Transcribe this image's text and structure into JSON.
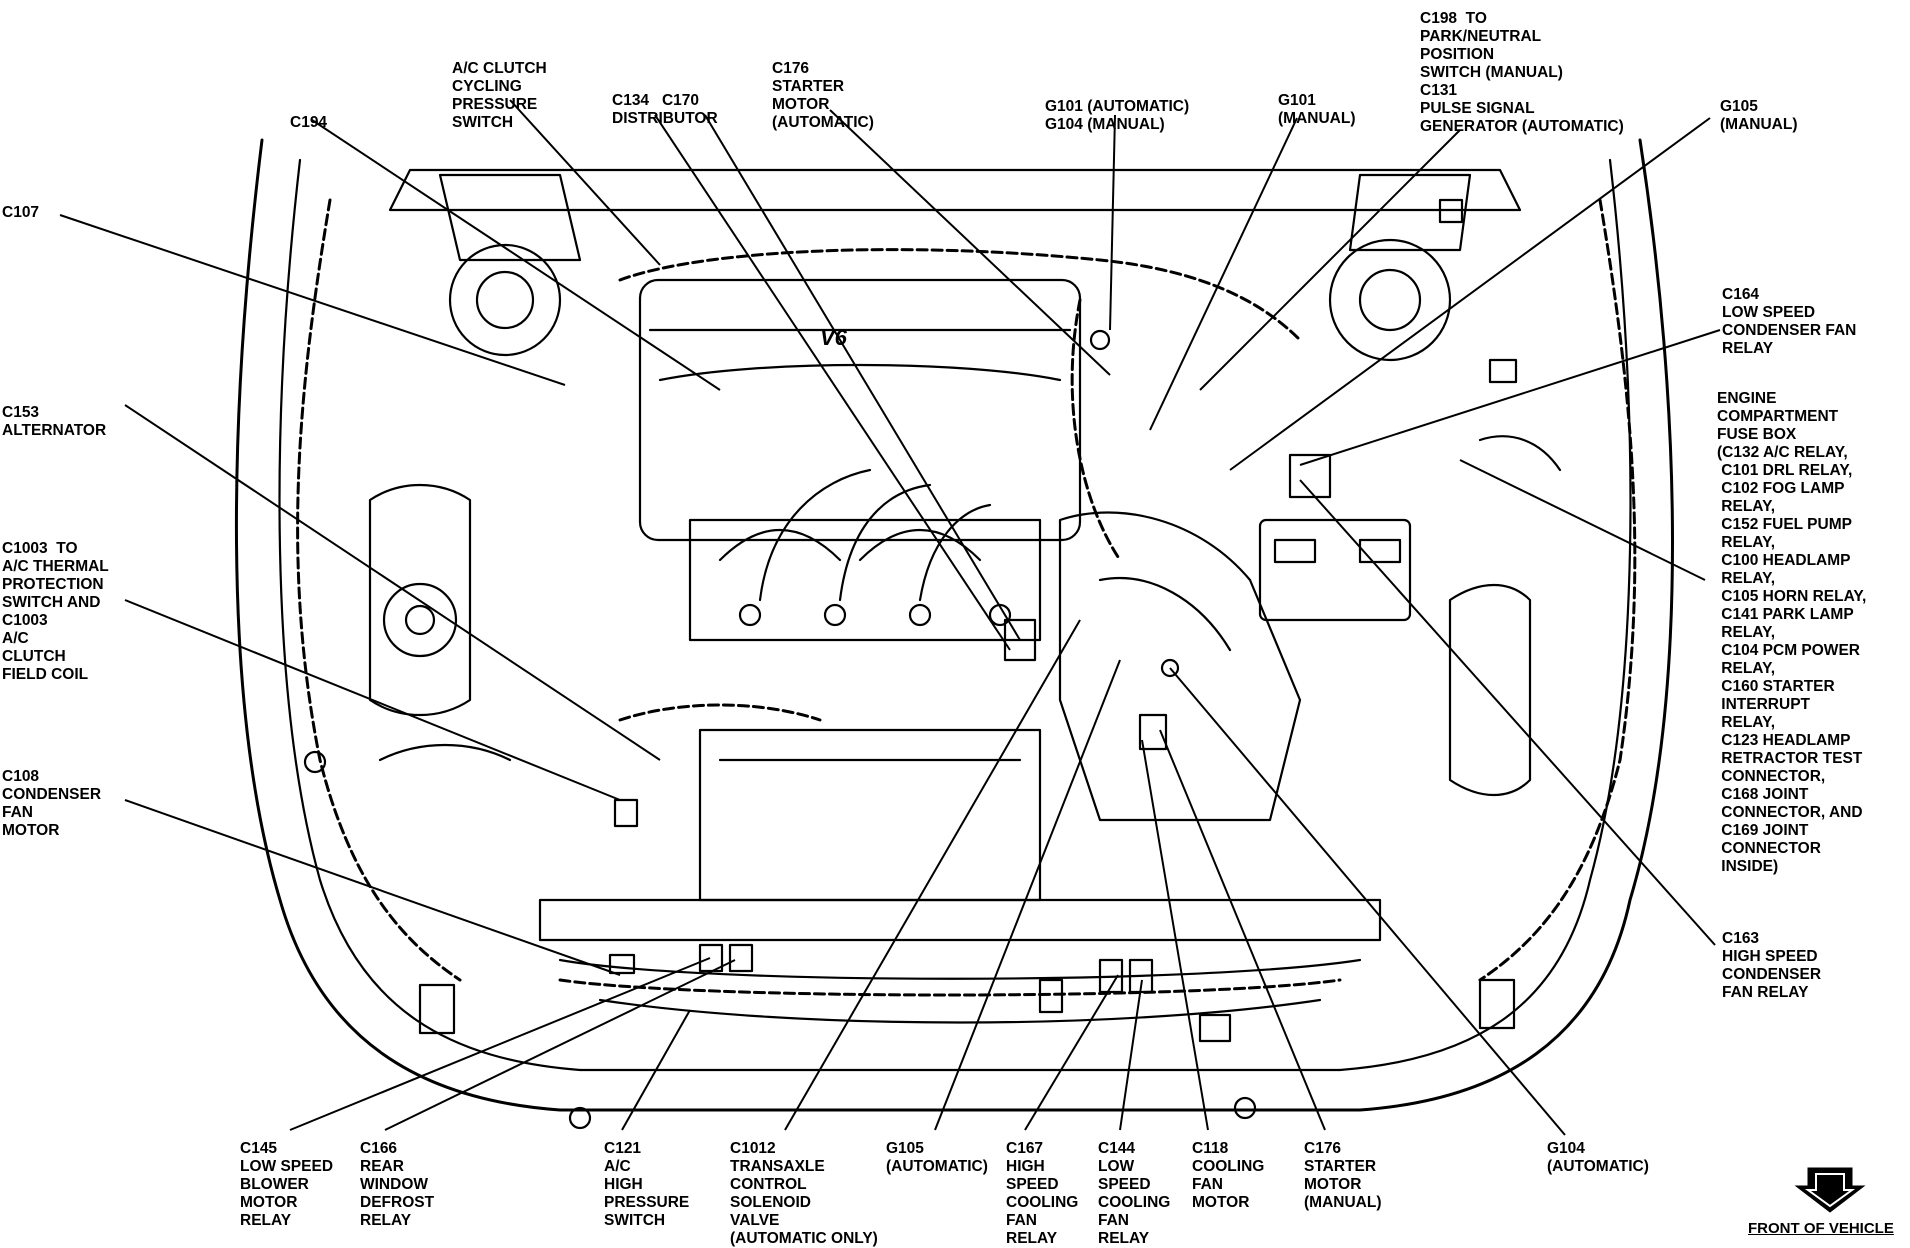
{
  "labels": {
    "c198": "C198  TO\nPARK/NEUTRAL\nPOSITION\nSWITCH (MANUAL)\nC131\nPULSE SIGNAL\nGENERATOR (AUTOMATIC)",
    "ac_clutch_cycling": "A/C CLUTCH\nCYCLING\nPRESSURE\nSWITCH",
    "c176_top": "C176\nSTARTER\nMOTOR\n(AUTOMATIC)",
    "c134_c170": "C134   C170\nDISTRIBUTOR",
    "g101_g104": "G101 (AUTOMATIC)\nG104 (MANUAL)",
    "g101_manual": "G101\n(MANUAL)",
    "g105_manual": "G105\n(MANUAL)",
    "c194": "C194",
    "c107": "C107",
    "c164": "C164\nLOW SPEED\nCONDENSER FAN\nRELAY",
    "fuse_box": "ENGINE\nCOMPARTMENT\nFUSE BOX\n(C132 A/C RELAY,\n C101 DRL RELAY,\n C102 FOG LAMP\n RELAY,\n C152 FUEL PUMP\n RELAY,\n C100 HEADLAMP\n RELAY,\n C105 HORN RELAY,\n C141 PARK LAMP\n RELAY,\n C104 PCM POWER\n RELAY,\n C160 STARTER\n INTERRUPT\n RELAY,\n C123 HEADLAMP\n RETRACTOR TEST\n CONNECTOR,\n C168 JOINT\n CONNECTOR, AND\n C169 JOINT\n CONNECTOR\n INSIDE)",
    "c153": "C153\nALTERNATOR",
    "c1003": "C1003  TO\nA/C THERMAL\nPROTECTION\nSWITCH AND\nC1003\nA/C\nCLUTCH\nFIELD COIL",
    "c108": "C108\nCONDENSER\nFAN\nMOTOR",
    "c163": "C163\nHIGH SPEED\nCONDENSER\nFAN RELAY",
    "c145": "C145\nLOW SPEED\nBLOWER\nMOTOR\nRELAY",
    "c166": "C166\nREAR\nWINDOW\nDEFROST\nRELAY",
    "c121": "C121\nA/C\nHIGH\nPRESSURE\nSWITCH",
    "c1012": "C1012\nTRANSAXLE\nCONTROL\nSOLENOID\nVALVE\n(AUTOMATIC ONLY)",
    "g105_auto": "G105\n(AUTOMATIC)",
    "c167": "C167\nHIGH\nSPEED\nCOOLING\nFAN\nRELAY",
    "c144": "C144\nLOW\nSPEED\nCOOLING\nFAN\nRELAY",
    "c118": "C118\nCOOLING\nFAN\nMOTOR",
    "c176_bottom": "C176\nSTARTER\nMOTOR\n(MANUAL)",
    "g104_auto": "G104\n(AUTOMATIC)",
    "front_of_vehicle": "FRONT OF VEHICLE",
    "engine_badge": "V6"
  },
  "colors": {
    "ink": "#000000",
    "paper": "#ffffff"
  },
  "icons": {
    "front_arrow": "down-arrow-icon"
  }
}
